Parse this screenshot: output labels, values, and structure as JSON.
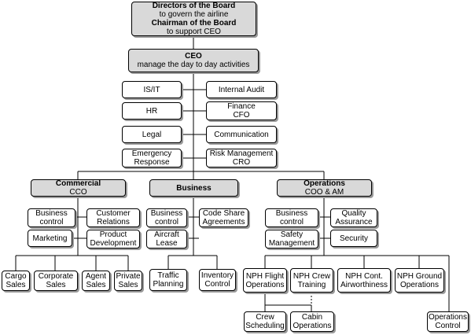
{
  "board": {
    "line1": "Directors of the Board",
    "line2": "to govern the airline",
    "line3": "Chairman of the Board",
    "line4": "to support CEO"
  },
  "ceo": {
    "title": "CEO",
    "subtitle": "manage the day to day activities"
  },
  "staff": {
    "is_it": "IS/IT",
    "internal_audit": "Internal Audit",
    "hr": "HR",
    "finance": [
      "Finance",
      "CFO"
    ],
    "legal": "Legal",
    "communication": "Communication",
    "emergency": [
      "Emergency",
      "Response"
    ],
    "risk": [
      "Risk Management",
      "CRO"
    ]
  },
  "divisions": {
    "commercial": {
      "title": "Commercial",
      "subtitle": "CCO"
    },
    "business": {
      "title": "Business"
    },
    "operations": {
      "title": "Operations",
      "subtitle": "COO & AM"
    }
  },
  "commercial": {
    "business_control": [
      "Business",
      "control"
    ],
    "customer_relations": [
      "Customer",
      "Relations"
    ],
    "marketing": "Marketing",
    "product_development": [
      "Product",
      "Development"
    ],
    "sales": [
      [
        "Cargo",
        "Sales"
      ],
      [
        "Corporate",
        "Sales"
      ],
      [
        "Agent",
        "Sales"
      ],
      [
        "Private",
        "Sales"
      ]
    ]
  },
  "business": {
    "business_control": [
      "Business",
      "control"
    ],
    "code_share": [
      "Code Share",
      "Agreements"
    ],
    "aircraft_lease": [
      "Aircraft",
      "Lease"
    ],
    "traffic_planning": [
      "Traffic",
      "Planning"
    ],
    "inventory_control": [
      "Inventory",
      "Control"
    ]
  },
  "operations": {
    "business_control": [
      "Business",
      "control"
    ],
    "quality_assurance": [
      "Quality",
      "Assurance"
    ],
    "safety_management": [
      "Safety",
      "Management"
    ],
    "security": "Security",
    "nph_flight_operations": [
      "NPH Flight",
      "Operations"
    ],
    "nph_crew_training": [
      "NPH Crew",
      "Training"
    ],
    "nph_cont_airworthiness": [
      "NPH Cont.",
      "Airworthiness"
    ],
    "nph_ground_operations": [
      "NPH Ground",
      "Operations"
    ],
    "crew_scheduling": [
      "Crew",
      "Scheduling"
    ],
    "cabin_operations": [
      "Cabin",
      "Operations"
    ],
    "operations_control": [
      "Operations",
      "Control"
    ]
  }
}
